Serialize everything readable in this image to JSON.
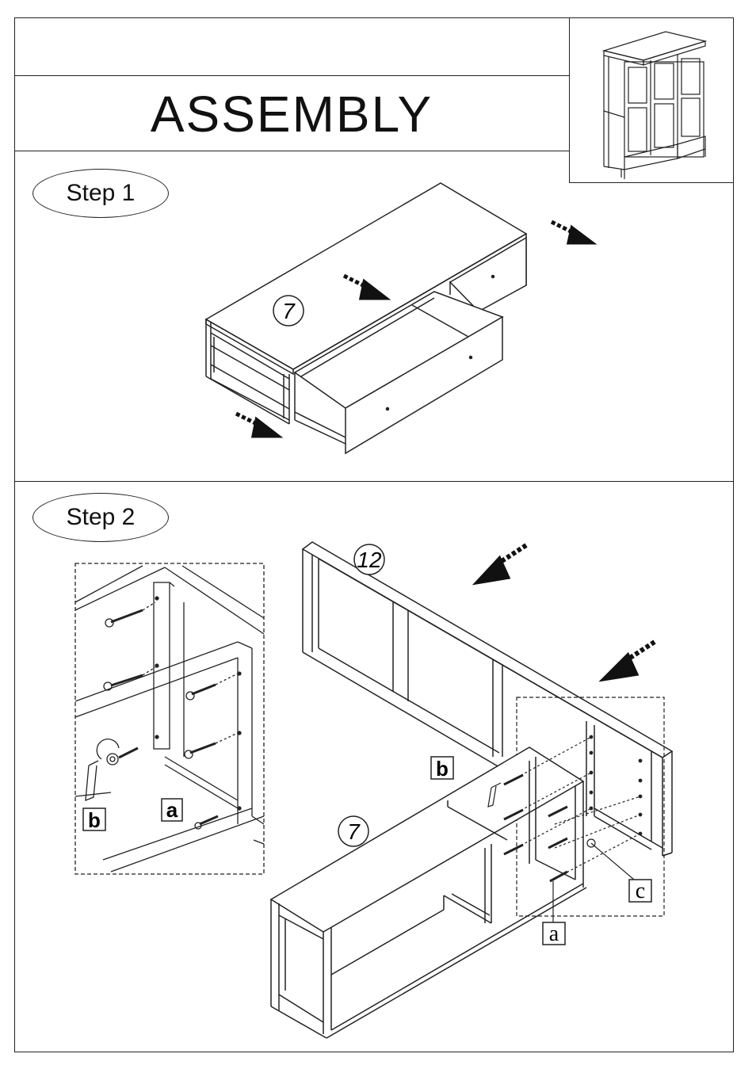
{
  "header": {
    "title": "ASSEMBLY"
  },
  "steps": [
    {
      "label": "Step 1",
      "part_number": "7"
    },
    {
      "label": "Step 2",
      "part_numbers": [
        "12",
        "7"
      ]
    }
  ],
  "callouts": {
    "inset_a": "a",
    "inset_b": "b",
    "main_a": "a",
    "main_b": "b",
    "main_c": "c"
  }
}
